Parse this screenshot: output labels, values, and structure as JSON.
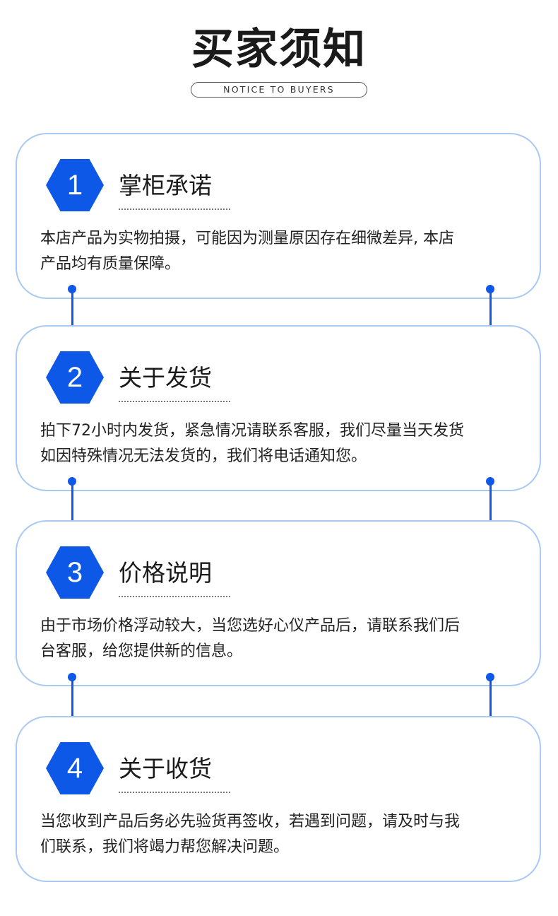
{
  "header": {
    "title": "买家须知",
    "subtitle": "NOTICE TO BUYERS"
  },
  "colors": {
    "accent": "#0d58e6",
    "card_border": "#a9c9f5"
  },
  "cards": [
    {
      "number": "1",
      "title": "掌柜承诺",
      "text_lines": [
        "本店产品为实物拍摄，可能因为测量原因存在细微差异, 本店",
        "产品均有质量保障。"
      ]
    },
    {
      "number": "2",
      "title": "关于发货",
      "text_lines": [
        "拍下72小时内发货，紧急情况请联系客服，我们尽量当天发货",
        "如因特殊情况无法发货的，我们将电话通知您。"
      ]
    },
    {
      "number": "3",
      "title": "价格说明",
      "text_lines": [
        "由于市场价格浮动较大，当您选好心仪产品后，请联系我们后",
        "台客服，给您提供新的信息。"
      ]
    },
    {
      "number": "4",
      "title": "关于收货",
      "text_lines": [
        "当您收到产品后务必先验货再签收，若遇到问题，请及时与我",
        "们联系，我们将竭力帮您解决问题。"
      ]
    }
  ]
}
